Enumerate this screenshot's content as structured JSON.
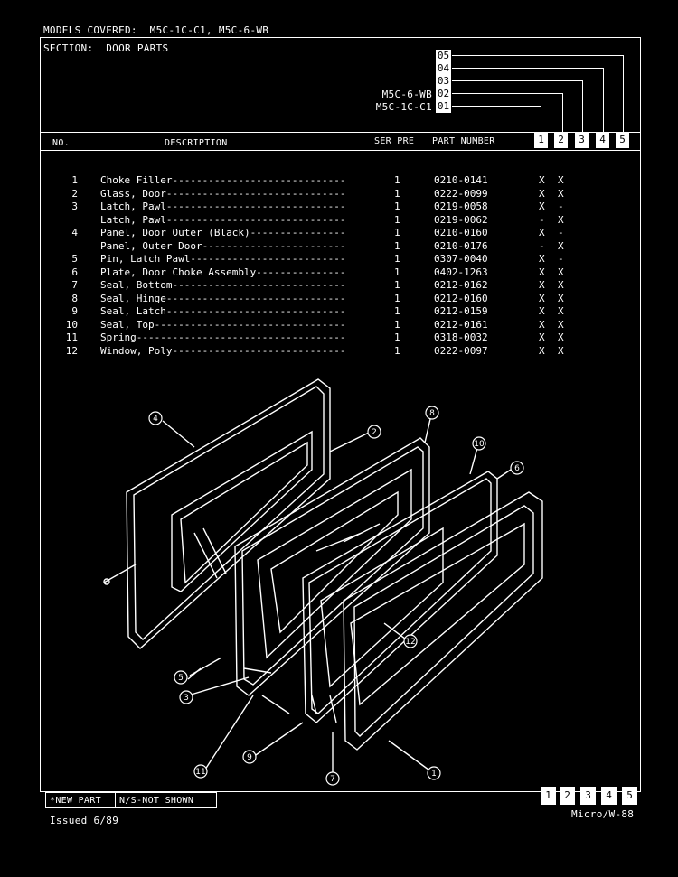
{
  "header": {
    "models_covered": "MODELS COVERED:  M5C-1C-C1, M5C-6-WB",
    "section": "SECTION:  DOOR PARTS"
  },
  "model_codes": [
    {
      "code": "05",
      "model": ""
    },
    {
      "code": "04",
      "model": ""
    },
    {
      "code": "03",
      "model": ""
    },
    {
      "code": "02",
      "model": "M5C-6-WB"
    },
    {
      "code": "01",
      "model": "M5C-1C-C1"
    }
  ],
  "columns": {
    "no": "NO.",
    "description": "DESCRIPTION",
    "ser_pre": "SER PRE",
    "part_number": "PART NUMBER",
    "model_cols": [
      "1",
      "2",
      "3",
      "4",
      "5"
    ]
  },
  "parts": [
    {
      "no": "1",
      "desc": "Choke Filler-----------------------------",
      "qty": "1",
      "pn": "0210-0141",
      "m1": "X",
      "m2": "X"
    },
    {
      "no": "2",
      "desc": "Glass, Door------------------------------",
      "qty": "1",
      "pn": "0222-0099",
      "m1": "X",
      "m2": "X"
    },
    {
      "no": "3",
      "desc": "Latch, Pawl------------------------------",
      "qty": "1",
      "pn": "0219-0058",
      "m1": "X",
      "m2": "-"
    },
    {
      "no": "",
      "desc": "Latch, Pawl------------------------------",
      "qty": "1",
      "pn": "0219-0062",
      "m1": "-",
      "m2": "X"
    },
    {
      "no": "4",
      "desc": "Panel, Door Outer (Black)----------------",
      "qty": "1",
      "pn": "0210-0160",
      "m1": "X",
      "m2": "-"
    },
    {
      "no": "",
      "desc": "Panel, Outer Door------------------------",
      "qty": "1",
      "pn": "0210-0176",
      "m1": "-",
      "m2": "X"
    },
    {
      "no": "5",
      "desc": "Pin, Latch Pawl--------------------------",
      "qty": "1",
      "pn": "0307-0040",
      "m1": "X",
      "m2": "-"
    },
    {
      "no": "6",
      "desc": "Plate, Door Choke Assembly---------------",
      "qty": "1",
      "pn": "0402-1263",
      "m1": "X",
      "m2": "X"
    },
    {
      "no": "7",
      "desc": "Seal, Bottom-----------------------------",
      "qty": "1",
      "pn": "0212-0162",
      "m1": "X",
      "m2": "X"
    },
    {
      "no": "8",
      "desc": "Seal, Hinge------------------------------",
      "qty": "1",
      "pn": "0212-0160",
      "m1": "X",
      "m2": "X"
    },
    {
      "no": "9",
      "desc": "Seal, Latch------------------------------",
      "qty": "1",
      "pn": "0212-0159",
      "m1": "X",
      "m2": "X"
    },
    {
      "no": "10",
      "desc": "Seal, Top--------------------------------",
      "qty": "1",
      "pn": "0212-0161",
      "m1": "X",
      "m2": "X"
    },
    {
      "no": "11",
      "desc": "Spring-----------------------------------",
      "qty": "1",
      "pn": "0318-0032",
      "m1": "X",
      "m2": "X"
    },
    {
      "no": "12",
      "desc": "Window, Poly-----------------------------",
      "qty": "1",
      "pn": "0222-0097",
      "m1": "X",
      "m2": "X"
    }
  ],
  "callouts": [
    "4",
    "2",
    "8",
    "10",
    "6",
    "12",
    "5",
    "3",
    "11",
    "9",
    "7",
    "1"
  ],
  "footer": {
    "new_part": "*NEW PART",
    "not_shown": "N/S-NOT SHOWN",
    "issued": "Issued 6/89",
    "doc_id": "Micro/W-88"
  }
}
